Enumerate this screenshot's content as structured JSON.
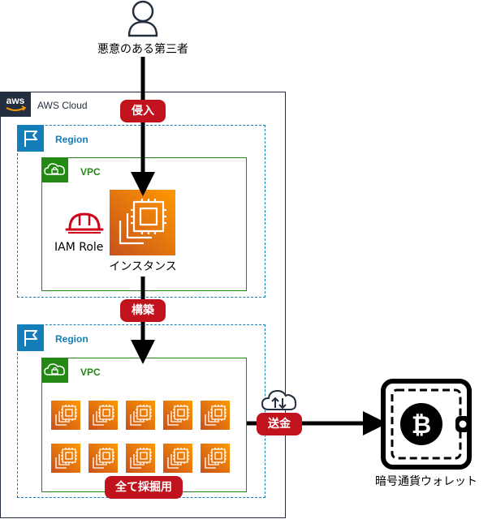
{
  "attacker": {
    "label": "悪意のある第三者",
    "icon": "user-icon"
  },
  "aws": {
    "cloud_label": "AWS Cloud",
    "logo_text": "aws"
  },
  "region_top": {
    "label": "Region"
  },
  "region_bottom": {
    "label": "Region"
  },
  "vpc_top": {
    "label": "VPC"
  },
  "vpc_bottom": {
    "label": "VPC"
  },
  "iam": {
    "label": "IAM Role",
    "icon": "iam-role-hat-icon"
  },
  "instance": {
    "label": "インスタンス",
    "icon": "ec2-instance-icon"
  },
  "badges": {
    "intrude": "侵入",
    "build": "構築",
    "send": "送金",
    "mine": "全て採掘用"
  },
  "wallet": {
    "label": "暗号通貨ウォレット",
    "icon": "crypto-wallet-icon",
    "coin_icon": "bitcoin-icon"
  },
  "cloud_transfer": {
    "icon": "cloud-upload-download-icon"
  },
  "colors": {
    "aws_dark": "#232f3e",
    "region_blue": "#147eba",
    "vpc_green": "#248814",
    "ec2_orange_start": "#c8511b",
    "ec2_orange_end": "#ff9900",
    "badge_red": "#c0131d",
    "iam_red": "#d0021b"
  }
}
